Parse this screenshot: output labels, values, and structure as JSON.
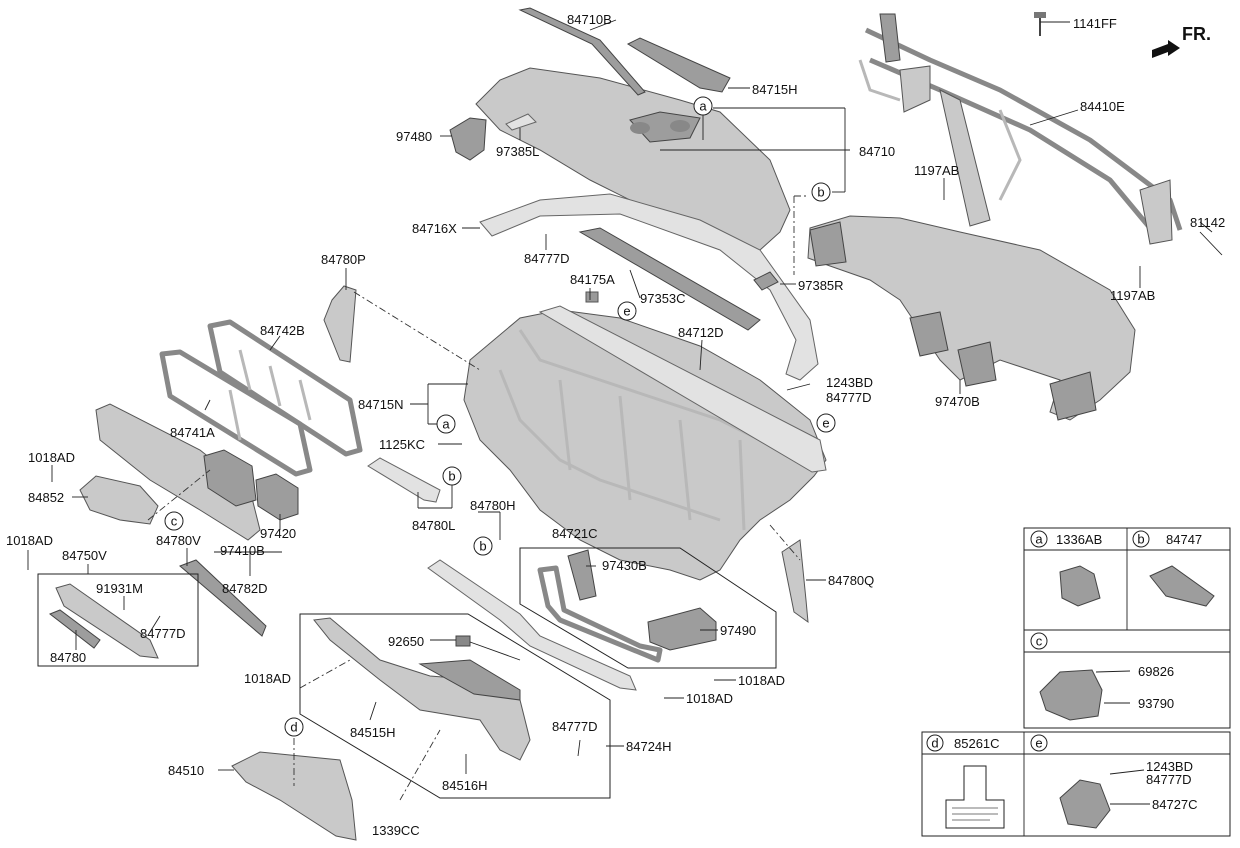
{
  "header": {
    "front_label": "FR."
  },
  "parts": {
    "p84710B": "84710B",
    "p84715H": "84715H",
    "p1141FF": "1141FF",
    "p97480": "97480",
    "p97385L": "97385L",
    "p84710": "84710",
    "p84410E": "84410E",
    "p1197AB_top": "1197AB",
    "p81142": "81142",
    "p1197AB_bottom": "1197AB",
    "p84716X": "84716X",
    "p84777D_top": "84777D",
    "p97385R": "97385R",
    "p84175A": "84175A",
    "p97353C": "97353C",
    "p84780P": "84780P",
    "p84742B": "84742B",
    "p84712D": "84712D",
    "p1243BD_mid": "1243BD",
    "p84777D_mid": "84777D",
    "p84715N": "84715N",
    "p97470B": "97470B",
    "p84741A": "84741A",
    "p1125KC": "1125KC",
    "p1018AD_left": "1018AD",
    "p84852": "84852",
    "p84780L": "84780L",
    "p84780H": "84780H",
    "p97420": "97420",
    "p84721C": "84721C",
    "p84780V": "84780V",
    "p97410B": "97410B",
    "p97430B": "97430B",
    "p84782D": "84782D",
    "p1018AD_far": "1018AD",
    "p84750V": "84750V",
    "p91931M": "91931M",
    "p84777D_left": "84777D",
    "p84780": "84780",
    "p97490": "97490",
    "p84780Q": "84780Q",
    "p1018AD_r1": "1018AD",
    "p1018AD_r2": "1018AD",
    "p92650": "92650",
    "p1018AD_glove": "1018AD",
    "p84515H": "84515H",
    "p84777D_glove": "84777D",
    "p84724H": "84724H",
    "p84516H": "84516H",
    "p84510": "84510",
    "p1339CC": "1339CC"
  },
  "callouts": {
    "a": "a",
    "b": "b",
    "c": "c",
    "d": "d",
    "e": "e"
  },
  "legend": {
    "a_part": "1336AB",
    "b_part": "84747",
    "c_part1": "69826",
    "c_part2": "93790",
    "d_part": "85261C",
    "e_part1": "1243BD",
    "e_part2": "84777D",
    "e_part3": "84727C"
  }
}
